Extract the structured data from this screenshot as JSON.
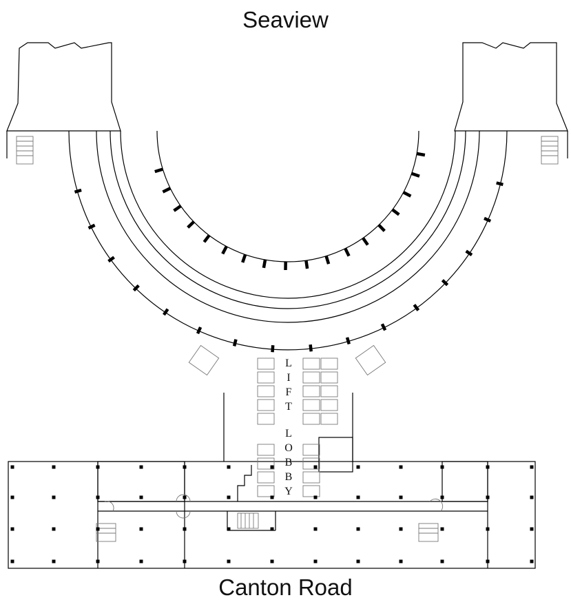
{
  "labels": {
    "top": "Seaview",
    "bottom": "Canton Road"
  },
  "lobby_text": {
    "word1": [
      "L",
      "I",
      "F",
      "T"
    ],
    "word2": [
      "L",
      "O",
      "B",
      "B",
      "Y"
    ]
  }
}
